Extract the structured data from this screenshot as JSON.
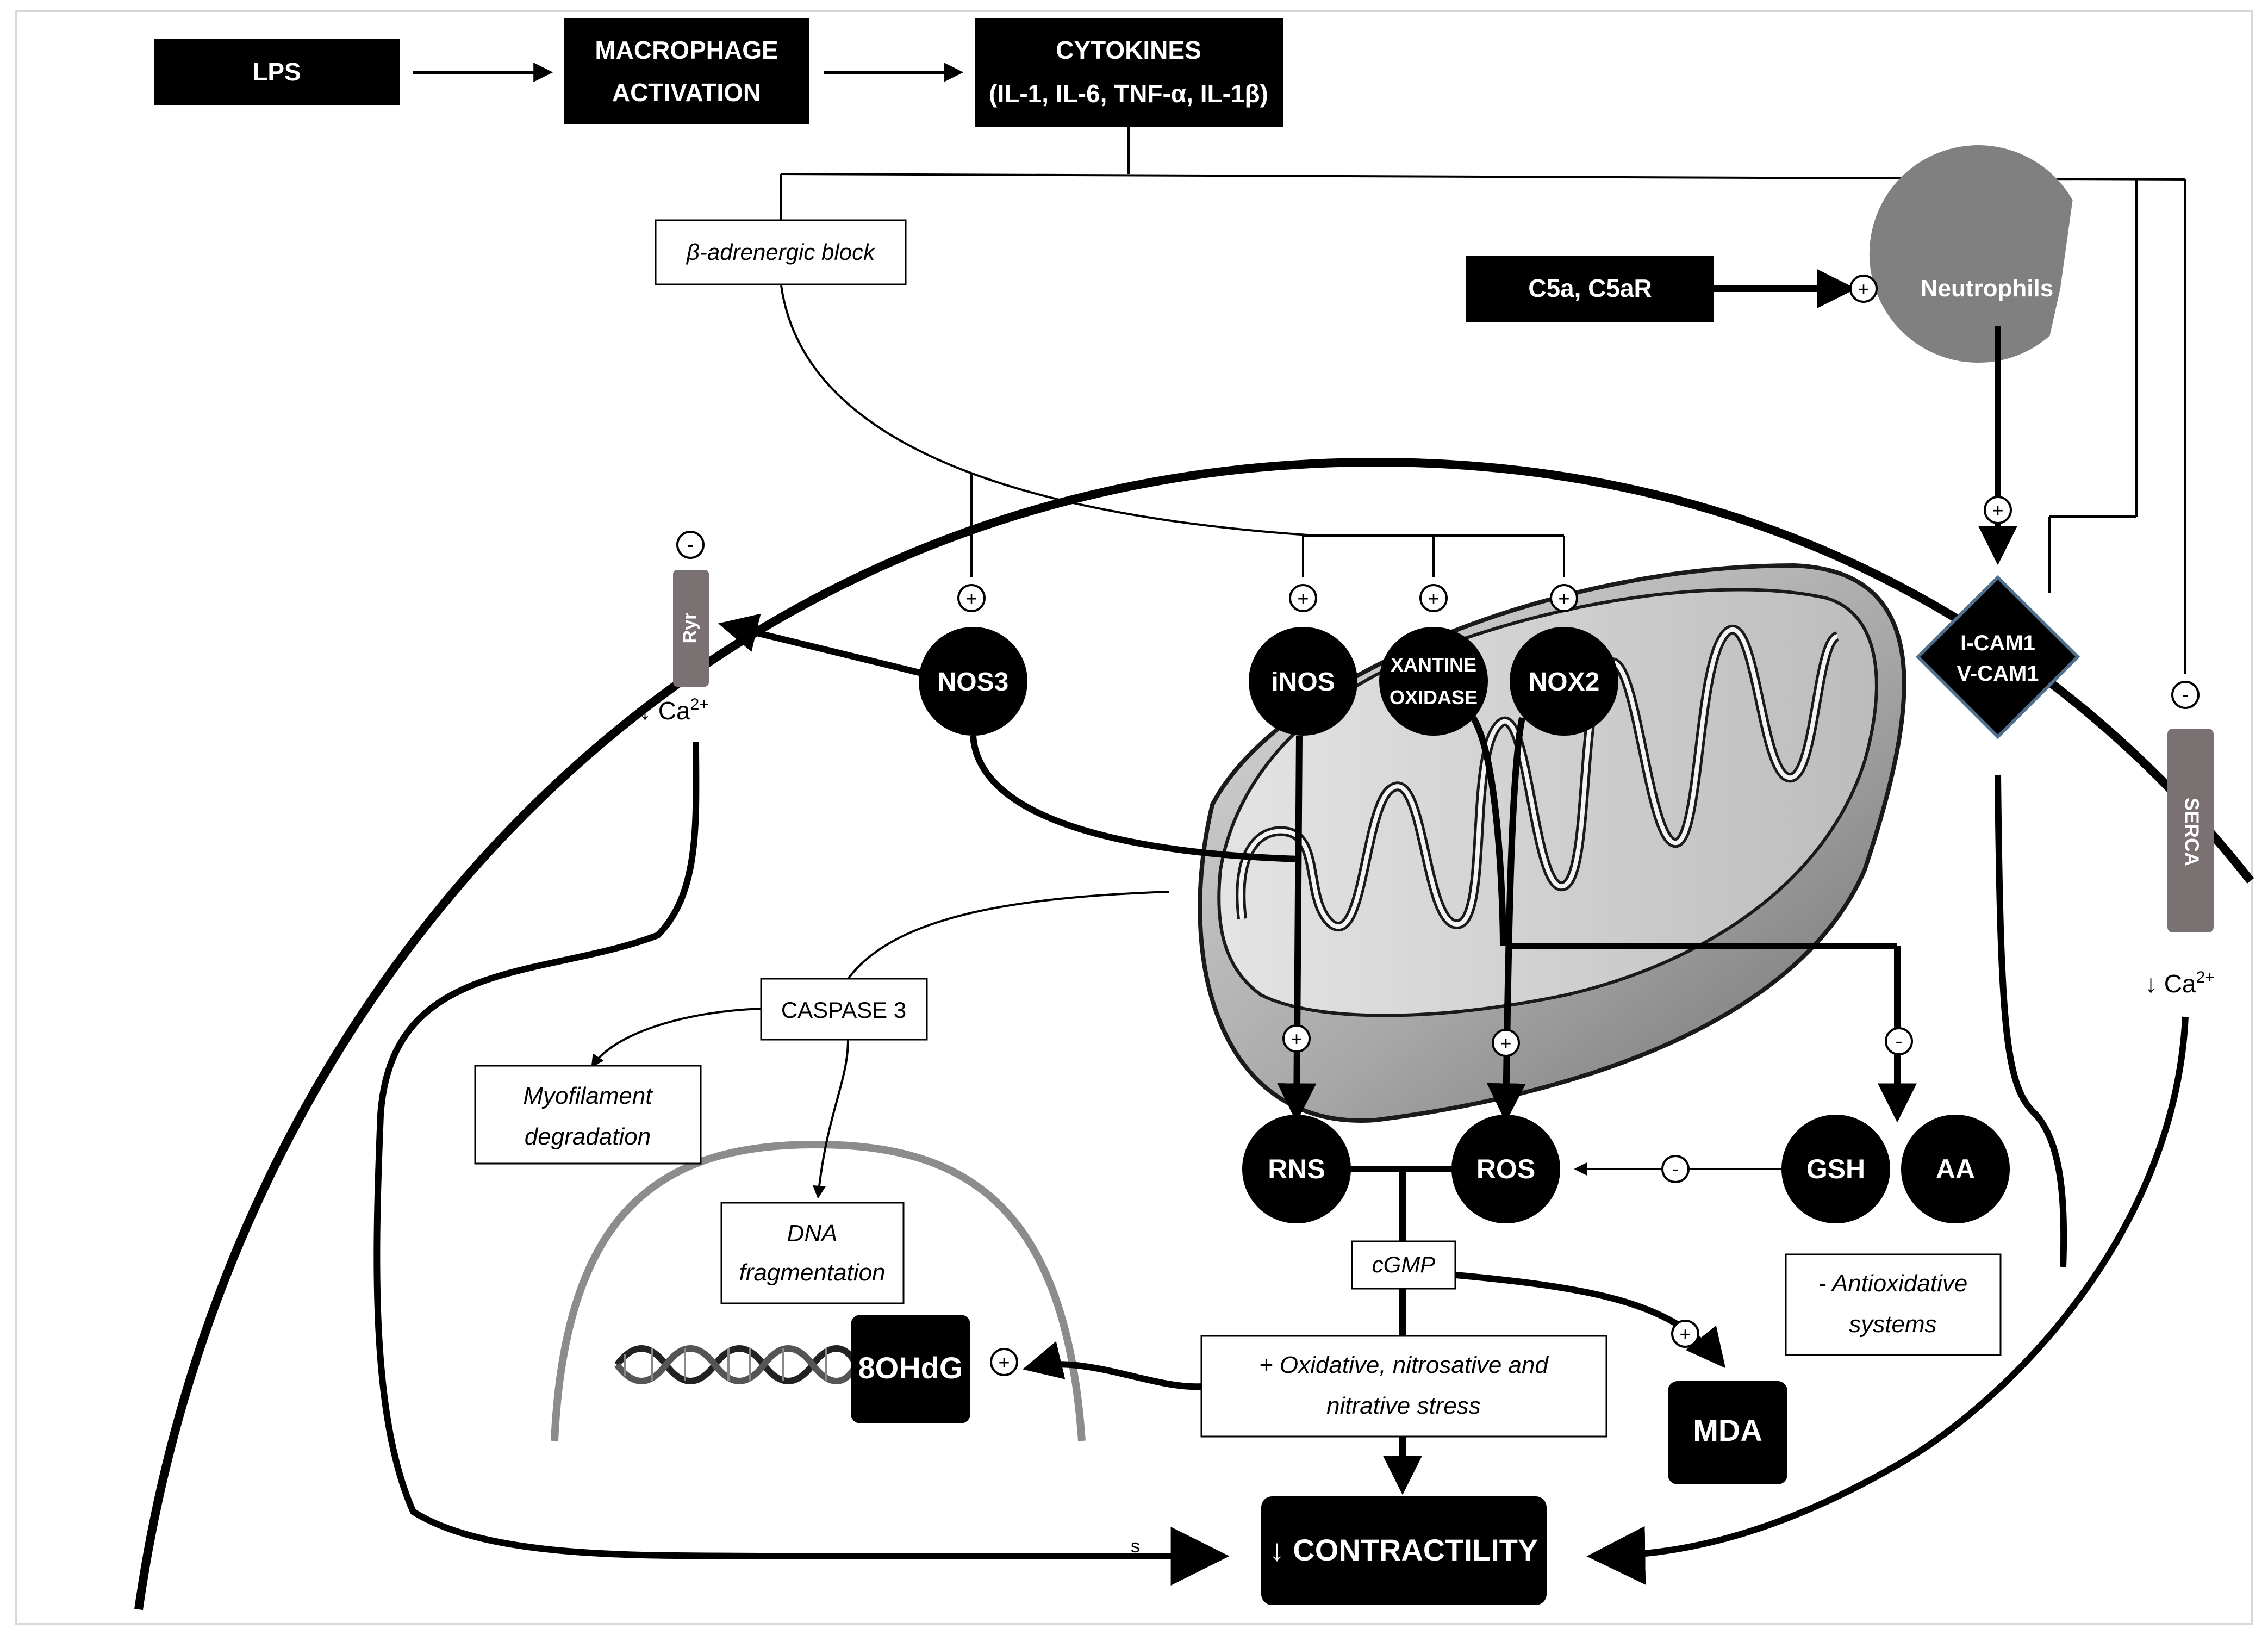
{
  "top": {
    "lps": "LPS",
    "macrophage_1": "MACROPHAGE",
    "macrophage_2": "ACTIVATION",
    "cytokines_1": "CYTOKINES",
    "cytokines_2": "(IL-1, IL-6, TNF-α, IL-1β)"
  },
  "beta_block": "β-adrenergic block",
  "c5a": "C5a, C5aR",
  "neutrophils": "Neutrophils",
  "adhesion": {
    "line1": "I-CAM1",
    "line2": "V-CAM1"
  },
  "serca": "SERCA",
  "ryr": "Ryr",
  "ca": {
    "arrow": "↓ Ca",
    "sup": "2+"
  },
  "enzymes": {
    "nos3": "NOS3",
    "inos": "iNOS",
    "xo_1": "XANTINE",
    "xo_2": "OXIDASE",
    "nox2": "NOX2"
  },
  "caspase": "CASPASE 3",
  "myofilament": {
    "line1": "Myofilament",
    "line2": "degradation"
  },
  "dna": {
    "line1": "DNA",
    "line2": "fragmentation"
  },
  "ohdg": "8OHdG",
  "rns": "RNS",
  "ros": "ROS",
  "gsh": "GSH",
  "aa": "AA",
  "antiox": {
    "line1": "- Antioxidative",
    "line2": "systems"
  },
  "cgmp": "cGMP",
  "stress": {
    "line1": "+ Oxidative, nitrosative and",
    "line2": "nitrative stress"
  },
  "mda": "MDA",
  "contractility": "↓ CONTRACTILITY",
  "signs": {
    "plus": "+",
    "minus": "-"
  },
  "stray": "s",
  "colors": {
    "black": "#000000",
    "white": "#ffffff",
    "gray_neutrophil": "#808080",
    "gray_channel": "#7a7272",
    "gray_nucleus": "#8c8c8c",
    "diamond_border": "#4f6f8f"
  },
  "icons": {
    "neutrophil": "neutrophil-pacman-icon",
    "mitochondrion": "mitochondrion-icon",
    "dna": "dna-helix-icon"
  }
}
